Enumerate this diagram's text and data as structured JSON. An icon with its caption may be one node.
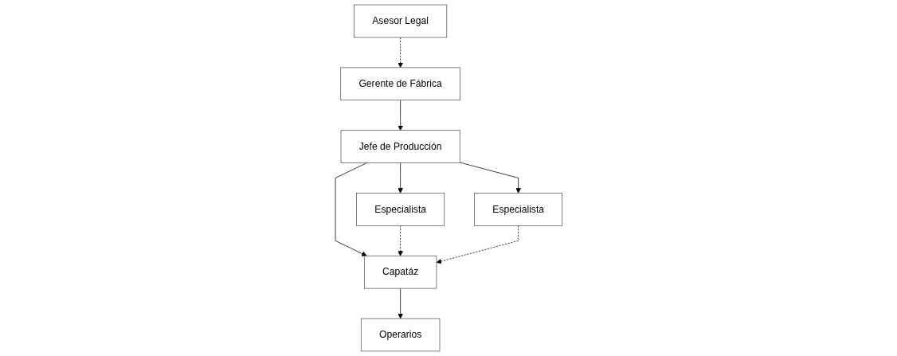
{
  "diagram": {
    "nodes": [
      {
        "text": [
          "Gerente de Fábrica"
        ]
      },
      {
        "text": [
          "Asesor Legal"
        ]
      },
      {
        "text": [
          "Jefe de Producción"
        ]
      },
      {
        "text": [
          "Especialista"
        ]
      },
      {
        "text": [
          "Capatáz"
        ]
      },
      {
        "text": [
          "Especialista"
        ]
      },
      {
        "text": [
          "Operarios"
        ]
      }
    ],
    "edges": [
      {
        "from": 1,
        "to": 0,
        "arrow": "to",
        "style": "dashed"
      },
      {
        "from": 0,
        "to": 2,
        "arrow": "to"
      },
      {
        "from": 2,
        "to": 3,
        "arrow": "to"
      },
      {
        "from": 2,
        "to": 4,
        "arrow": "to"
      },
      {
        "from": 2,
        "to": 5,
        "arrow": "to"
      },
      {
        "from": 3,
        "to": 4,
        "arrow": "to",
        "style": "dashed"
      },
      {
        "from": 5,
        "to": 4,
        "arrow": "to",
        "style": "dashed"
      },
      {
        "from": 4,
        "to": 6,
        "arrow": "to"
      }
    ]
  }
}
